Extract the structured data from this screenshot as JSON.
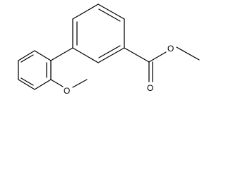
{
  "structure": {
    "rings": [
      "benzene-ring",
      "benzene-ring"
    ],
    "atoms": {
      "carbonyl_oxygen": "O",
      "ester_oxygen": "O",
      "methoxy_oxygen": "O"
    }
  },
  "style": {
    "line_color": "#000000",
    "background": "#ffffff"
  }
}
